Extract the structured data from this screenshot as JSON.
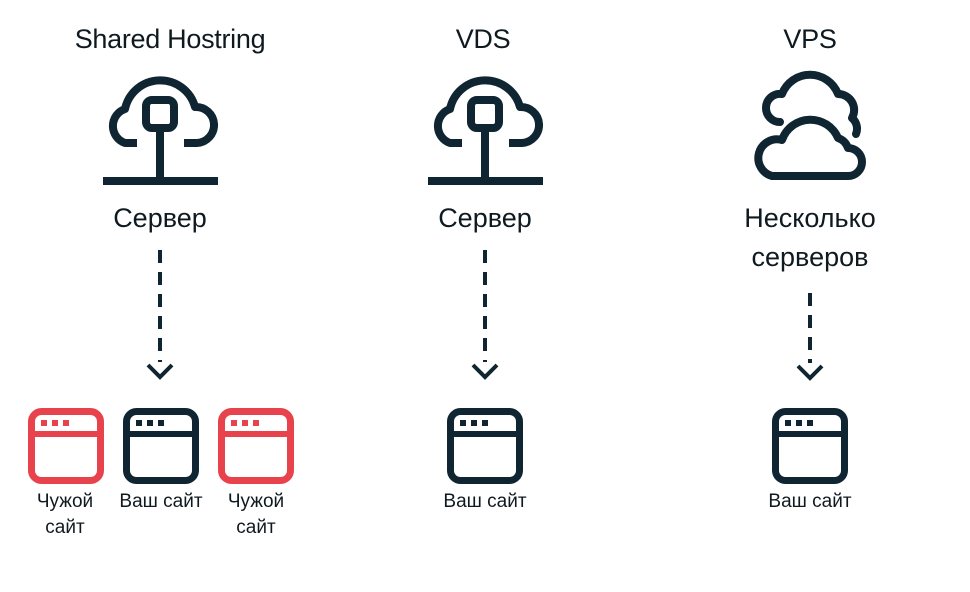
{
  "colors": {
    "dark": "#0f2532",
    "alien": "#e8434c"
  },
  "columns": [
    {
      "title": "Shared Hostring",
      "server_icon": "cloud-server-icon",
      "server_label": "Сервер",
      "sites": [
        {
          "label": "Чужой сайт",
          "owner": "alien",
          "icon": "browser-window-icon"
        },
        {
          "label": "Ваш сайт",
          "owner": "own",
          "icon": "browser-window-icon"
        },
        {
          "label": "Чужой сайт",
          "owner": "alien",
          "icon": "browser-window-icon"
        }
      ]
    },
    {
      "title": "VDS",
      "server_icon": "cloud-server-icon",
      "server_label": "Сервер",
      "sites": [
        {
          "label": "Ваш сайт",
          "owner": "own",
          "icon": "browser-window-icon"
        }
      ]
    },
    {
      "title": "VPS",
      "server_icon": "multi-cloud-icon",
      "server_label": "Несколько серверов",
      "server_label_lines": [
        "Несколько",
        "серверов"
      ],
      "sites": [
        {
          "label": "Ваш сайт",
          "owner": "own",
          "icon": "browser-window-icon"
        }
      ]
    }
  ]
}
